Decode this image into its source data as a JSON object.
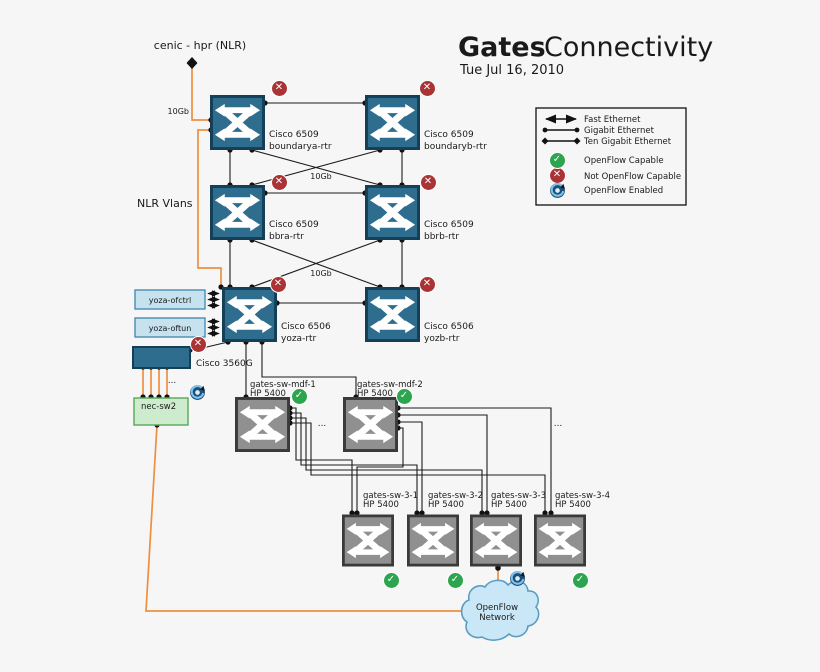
{
  "title": {
    "word1": "Gates",
    "word2": " Connectivity",
    "date": "Tue Jul 16, 2010"
  },
  "labels": {
    "cenic": "cenic - hpr (NLR)",
    "nlr_vlans": "NLR Vlans",
    "tengb": "10Gb",
    "ellipsis": "...",
    "cloud_line1": "OpenFlow",
    "cloud_line2": "Network"
  },
  "legend": {
    "fast": "Fast Ethernet",
    "gigabit": "Gigabit Ethernet",
    "ten_gigabit": "Ten Gigabit Ethernet",
    "capable": "OpenFlow Capable",
    "not_capable": "Not OpenFlow Capable",
    "enabled": "OpenFlow Enabled"
  },
  "glyphs": {
    "check": "✓",
    "cross": "✕"
  },
  "nodes": {
    "boundarya": {
      "model": "Cisco 6509",
      "name": "boundarya-rtr"
    },
    "boundaryb": {
      "model": "Cisco 6509",
      "name": "boundaryb-rtr"
    },
    "bbra": {
      "model": "Cisco 6509",
      "name": "bbra-rtr"
    },
    "bbrb": {
      "model": "Cisco 6509",
      "name": "bbrb-rtr"
    },
    "yoza": {
      "model": "Cisco 6506",
      "name": "yoza-rtr"
    },
    "yozb": {
      "model": "Cisco 6506",
      "name": "yozb-rtr"
    },
    "c3560": {
      "name": "Cisco 3560G"
    },
    "ofctrl": {
      "name": "yoza-ofctrl"
    },
    "oftun": {
      "name": "yoza-oftun"
    },
    "necsw2": {
      "name": "nec-sw2"
    },
    "mdf1": {
      "name": "gates-sw-mdf-1",
      "model": "HP 5400"
    },
    "mdf2": {
      "name": "gates-sw-mdf-2",
      "model": "HP 5400"
    },
    "sw31": {
      "name": "gates-sw-3-1",
      "model": "HP 5400"
    },
    "sw32": {
      "name": "gates-sw-3-2",
      "model": "HP 5400"
    },
    "sw33": {
      "name": "gates-sw-3-3",
      "model": "HP 5400"
    },
    "sw34": {
      "name": "gates-sw-3-4",
      "model": "HP 5400"
    }
  },
  "edges": [
    "cenic-hpr(NLR) — boundarya-rtr (10Gb, orange)",
    "boundarya-rtr — yoza-rtr (10Gb, orange)",
    "boundarya-rtr — boundaryb-rtr",
    "boundarya-rtr — bbra-rtr (10Gb)",
    "boundarya-rtr — bbrb-rtr (10Gb)",
    "boundaryb-rtr — bbra-rtr (10Gb)",
    "boundaryb-rtr — bbrb-rtr (10Gb)",
    "bbra-rtr — bbrb-rtr",
    "bbra-rtr — yoza-rtr (10Gb)",
    "bbra-rtr — yozb-rtr (10Gb)",
    "bbrb-rtr — yoza-rtr (10Gb)",
    "bbrb-rtr — yozb-rtr (10Gb)",
    "yoza-rtr — yozb-rtr",
    "yoza-ofctrl — yoza-rtr (fast x3)",
    "yoza-oftun — yoza-rtr (fast x3)",
    "yoza-rtr — Cisco 3560G",
    "yoza-rtr — gates-sw-mdf-1",
    "yoza-rtr — gates-sw-mdf-2",
    "Cisco 3560G — nec-sw2 (x4, orange)",
    "gates-sw-mdf-1 — gates-sw-3-1",
    "gates-sw-mdf-1 — gates-sw-3-2",
    "gates-sw-mdf-1 — gates-sw-3-3",
    "gates-sw-mdf-1 — gates-sw-3-4",
    "gates-sw-mdf-2 — gates-sw-3-1",
    "gates-sw-mdf-2 — gates-sw-3-2",
    "gates-sw-mdf-2 — gates-sw-3-3",
    "gates-sw-mdf-2 — gates-sw-3-4",
    "nec-sw2 — OpenFlow Network (orange)",
    "gates-sw-3-3 — OpenFlow Network (orange)"
  ],
  "colors": {
    "background": "#f6f6f6",
    "router_fill": "#2e6d8e",
    "router_border": "#153f57",
    "hp_fill": "#909090",
    "hp_border": "#3a3a3a",
    "orange_link": "#ee8f40",
    "black_link": "#1c1c1c",
    "not_openflow_badge": "#a93335",
    "openflow_capable_badge": "#2da44e",
    "openflow_enabled_icon": "#1c4f7c",
    "vlan_box_fill": "#c6e2ee",
    "vlan_box_border": "#3e85ad",
    "nec_fill": "#cdeccd",
    "nec_border": "#58a858",
    "cloud_fill": "#c9e7f6",
    "cloud_border": "#5b9dc0"
  }
}
